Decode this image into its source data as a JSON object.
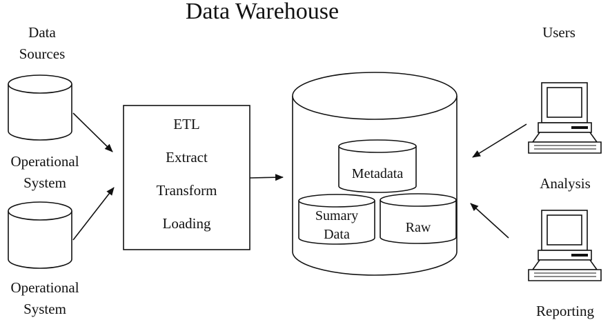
{
  "title": "Data Warehouse",
  "sources": {
    "heading_line1": "Data",
    "heading_line2": "Sources",
    "system1_line1": "Operational",
    "system1_line2": "System",
    "system2_line1": "Operational",
    "system2_line2": "System"
  },
  "etl": {
    "heading": "ETL",
    "step1": "Extract",
    "step2": "Transform",
    "step3": "Loading"
  },
  "warehouse": {
    "metadata": "Metadata",
    "summary_line1": "Sumary",
    "summary_line2": "Data",
    "raw": "Raw"
  },
  "users": {
    "heading": "Users",
    "analysis": "Analysis",
    "reporting": "Reporting"
  },
  "icons": {
    "source_db_1": "database-cylinder-icon",
    "source_db_2": "database-cylinder-icon",
    "warehouse": "database-cylinder-icon",
    "computer_1": "desktop-computer-icon",
    "computer_2": "desktop-computer-icon"
  }
}
